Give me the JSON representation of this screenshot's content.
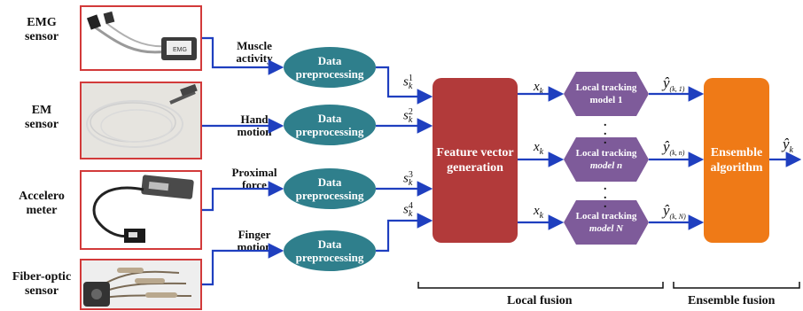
{
  "sensors": [
    {
      "label": "EMG\nsensor",
      "signal": "Muscle\nactivity"
    },
    {
      "label": "EM\nsensor",
      "signal": "Hand\nmotion"
    },
    {
      "label": "Accelero\nmeter",
      "signal": "Proximal\nforce"
    },
    {
      "label": "Fiber-optic\nsensor",
      "signal": "Finger\nmotion"
    }
  ],
  "data_processing": {
    "line1": "Data",
    "line2": "preprocessing"
  },
  "s_symbols": [
    {
      "base": "s",
      "sub": "k",
      "sup": "1"
    },
    {
      "base": "s",
      "sub": "k",
      "sup": "2"
    },
    {
      "base": "s",
      "sub": "k",
      "sup": "3"
    },
    {
      "base": "s",
      "sub": "k",
      "sup": "4"
    }
  ],
  "feature_block": {
    "line1": "Feature vector",
    "line2": "generation"
  },
  "x_symbol": {
    "base": "x",
    "sub": "k"
  },
  "trackers": [
    {
      "line1": "Local tracking",
      "line2": "model  1",
      "output": {
        "base": "ŷ",
        "sub": "(k, 1)"
      }
    },
    {
      "line1": "Local tracking",
      "line2": "model  n",
      "output": {
        "base": "ŷ",
        "sub": "(k, n)"
      }
    },
    {
      "line1": "Local tracking",
      "line2": "model  N",
      "output": {
        "base": "ŷ",
        "sub": "(k, N)"
      }
    }
  ],
  "ensemble_block": {
    "line1": "Ensemble",
    "line2": "algorithm"
  },
  "final_output": {
    "base": "ŷ",
    "sub": "k"
  },
  "fusion_labels": {
    "local": "Local fusion",
    "ensemble": "Ensemble fusion"
  },
  "device_text": {
    "emg_box": "EMG"
  },
  "colors": {
    "photo_border": "#d23a3a",
    "preprocessing": "#2f7f8c",
    "feature": "#b23a3a",
    "tracker": "#7e5b9a",
    "ensemble": "#ef7a17",
    "arrow": "#1f3fbf"
  }
}
